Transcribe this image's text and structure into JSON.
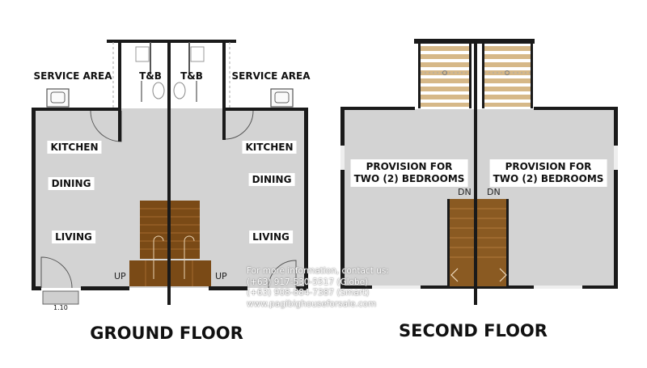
{
  "ground_floor": {
    "title": "GROUND FLOOR",
    "labels": {
      "service_area_left": "SERVICE AREA",
      "service_area_right": "SERVICE AREA",
      "tb_left": "T&B",
      "tb_right": "T&B",
      "kitchen_left": "KITCHEN",
      "kitchen_right": "KITCHEN",
      "dining_left": "DINING",
      "dining_right": "DINING",
      "living_left": "LIVING",
      "living_right": "LIVING",
      "up_left": "UP",
      "up_right": "UP",
      "step_width": "1.10"
    }
  },
  "second_floor": {
    "title": "SECOND FLOOR",
    "labels": {
      "provision_left": "PROVISION FOR\nTWO (2) BEDROOMS",
      "provision_right": "PROVISION FOR\nTWO (2) BEDROOMS",
      "dn_left": "DN",
      "dn_right": "DN"
    }
  },
  "contact": {
    "line1": "For more information, contact  us:",
    "line2": "(+63) 917-530-5517 (Globe)",
    "line3": "(+63) 908-884-7387 (Smart)",
    "line4": "www.pagibighouseforsale.com"
  },
  "colors": {
    "floor": "#d3d3d3",
    "wall": "#1a1a1a",
    "stair_ground": "#7a4a16",
    "stair_second": "#8a5a22",
    "stair_light": "#d6b888"
  }
}
